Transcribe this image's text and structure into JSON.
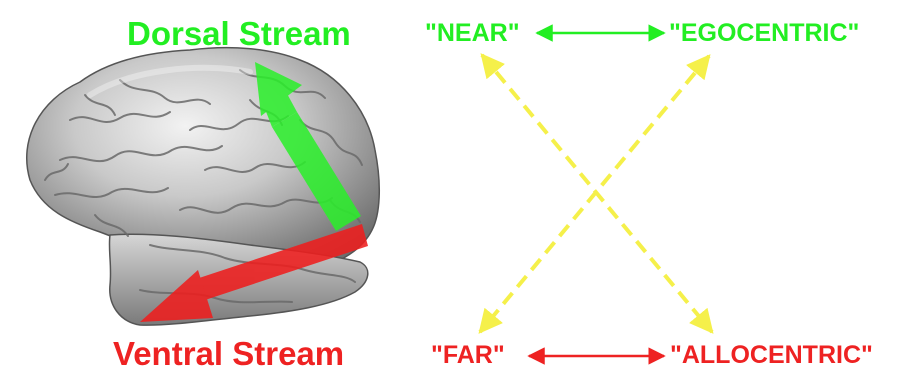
{
  "labels": {
    "dorsal_stream": "Dorsal Stream",
    "ventral_stream": "Ventral Stream",
    "near": "\"NEAR\"",
    "egocentric": "\"EGOCENTRIC\"",
    "far": "\"FAR\"",
    "allocentric": "\"ALLOCENTRIC\""
  },
  "colors": {
    "dorsal": "#22ee22",
    "ventral": "#ee2222",
    "cross_link": "#f5f04a",
    "brain": "#bdbdbd"
  },
  "icons": {
    "brain": "brain-illustration",
    "dorsal_arrow": "dorsal-pathway-arrow",
    "ventral_arrow": "ventral-pathway-arrow"
  }
}
